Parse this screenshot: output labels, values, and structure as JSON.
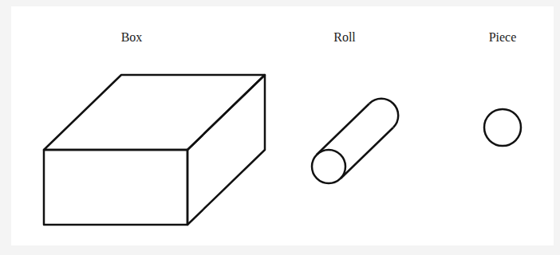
{
  "diagram": {
    "labels": [
      "Box",
      "Roll",
      "Piece"
    ]
  }
}
